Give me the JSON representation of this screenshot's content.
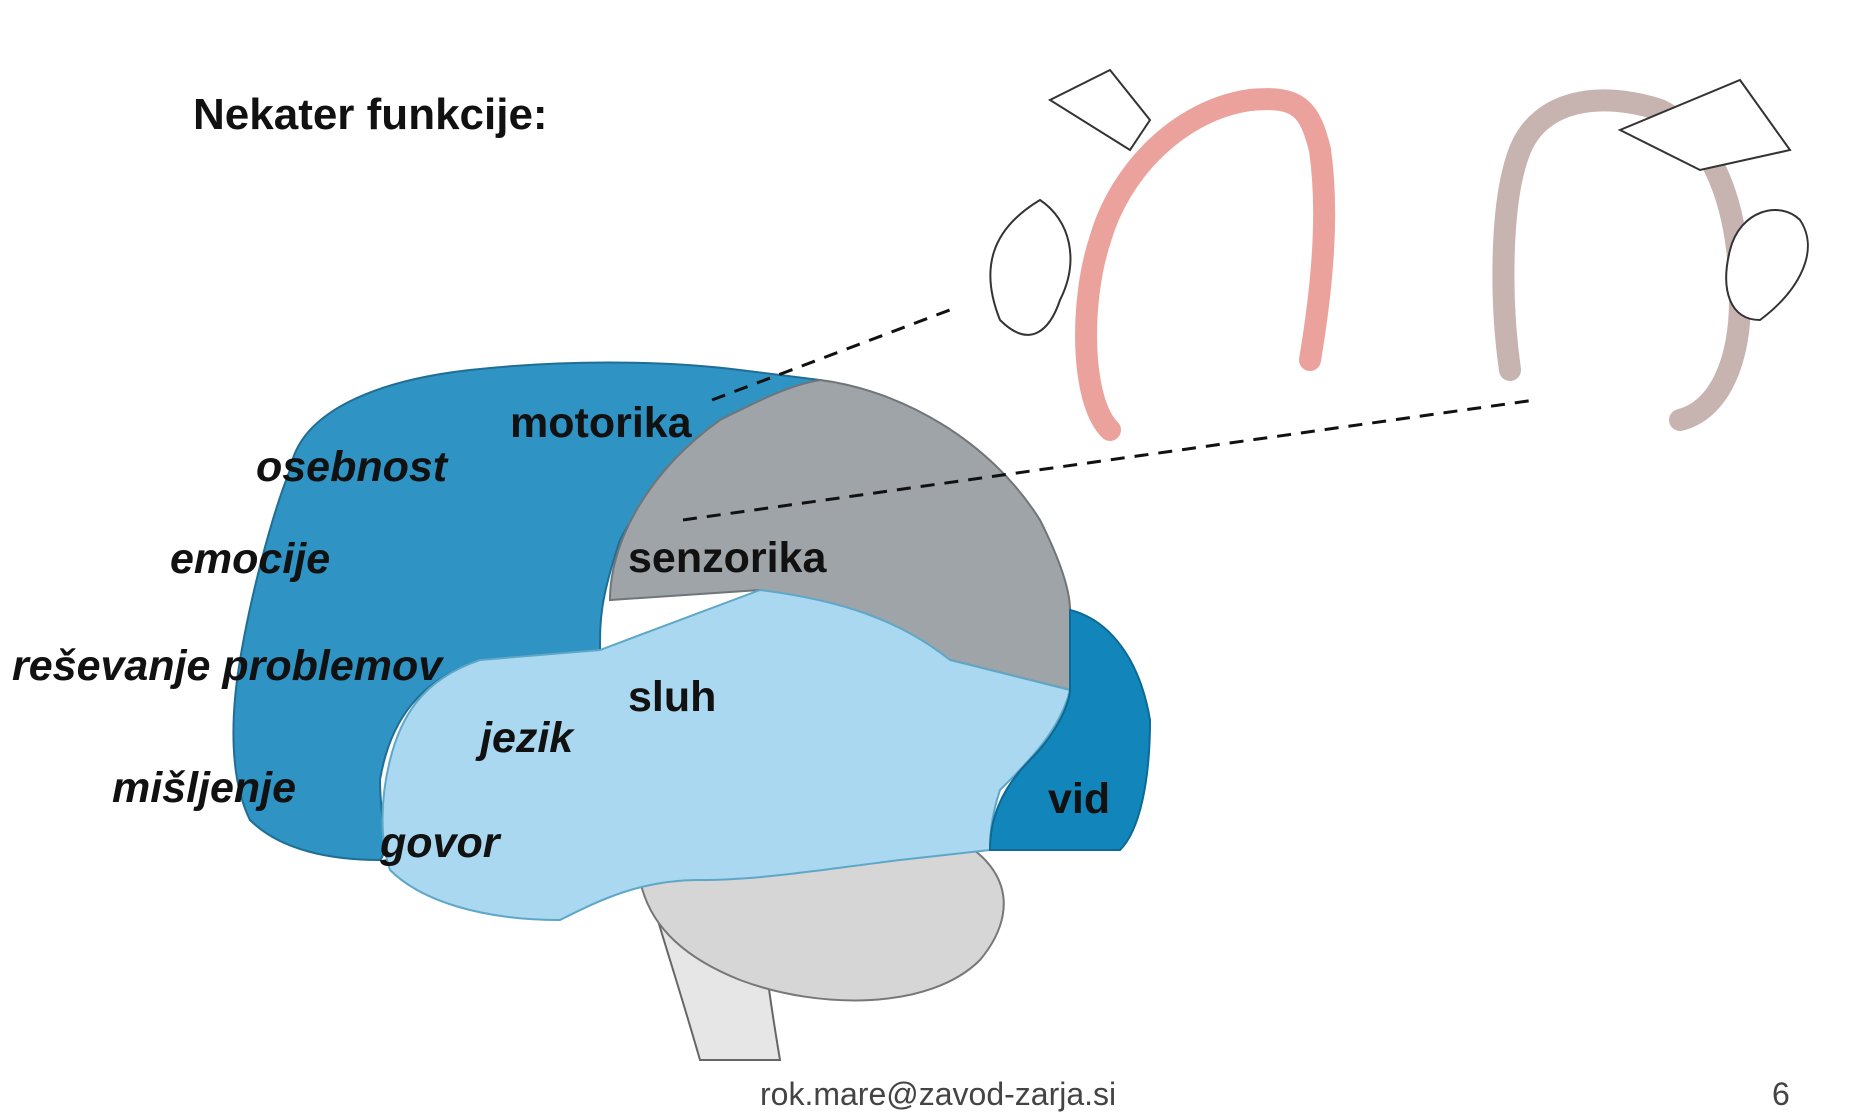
{
  "title": "Nekater funkcije:",
  "labels": {
    "motorika": "motorika",
    "osebnost": "osebnost",
    "emocije": "emocije",
    "resevanje": "reševanje problemov",
    "senzorika": "senzorika",
    "sluh": "sluh",
    "jezik": "jezik",
    "misljenje": "mišljenje",
    "govor": "govor",
    "vid": "vid"
  },
  "footer": {
    "email": "rok.mare@zavod-zarja.si",
    "page_number": "6"
  },
  "colors": {
    "frontal": "#2f93c4",
    "temporal": "#a9d8f0",
    "parietal": "#9ea4a8",
    "occipital": "#1286ba",
    "motor_strip": "#eba29c",
    "sensory_strip": "#c7b3b0"
  }
}
